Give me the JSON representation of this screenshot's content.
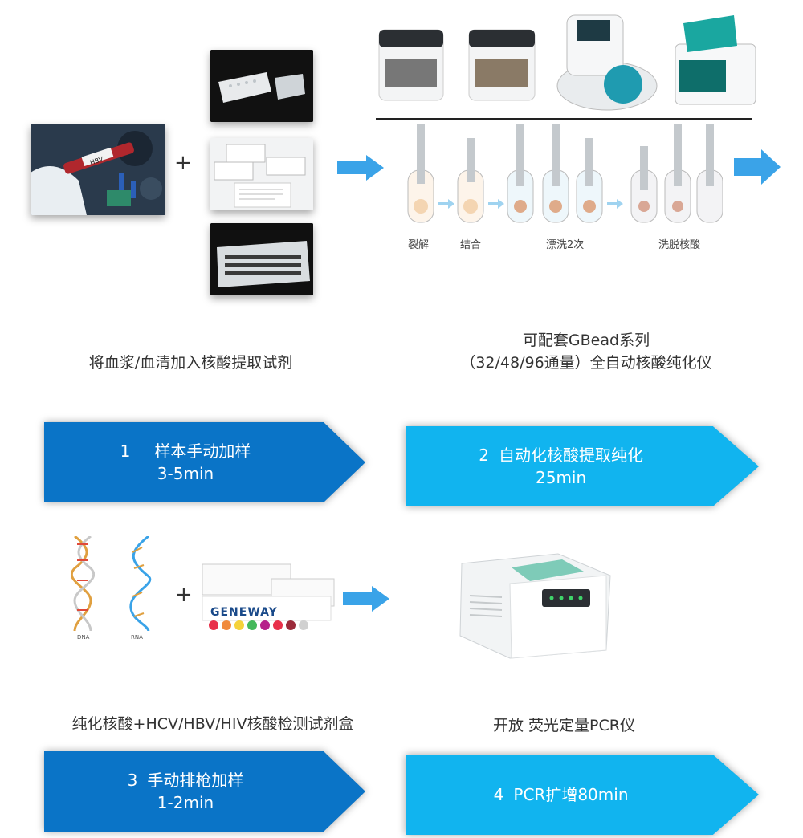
{
  "section1": {
    "plus": "+",
    "caption_left": "将血浆/血清加入核酸提取试剂",
    "caption_right_line1": "可配套GBead系列",
    "caption_right_line2": "（32/48/96通量）全自动核酸纯化仪",
    "tube_label": "HBV",
    "stages": [
      "裂解",
      "结合",
      "漂洗2次",
      "洗脱核酸"
    ]
  },
  "steps": [
    {
      "number": "1",
      "title": "样本手动加样",
      "time": "3-5min"
    },
    {
      "number": "2",
      "title": "自动化核酸提取纯化",
      "time": "25min"
    },
    {
      "number": "3",
      "title": "手动排枪加样",
      "time": "1-2min"
    },
    {
      "number": "4",
      "title": "PCR扩增80min",
      "time": ""
    }
  ],
  "section2": {
    "dna_label": "DNA",
    "rna_label": "RNA",
    "plus": "+",
    "brand": "GENEWAY",
    "caption_left": "纯化核酸+HCV/HBV/HIV核酸检测试剂盒",
    "caption_right": "开放 荧光定量PCR仪"
  },
  "colors": {
    "arrow_blue": "#3aa3e8",
    "step_dark": "#0a74c7",
    "step_light": "#11b4ef"
  }
}
